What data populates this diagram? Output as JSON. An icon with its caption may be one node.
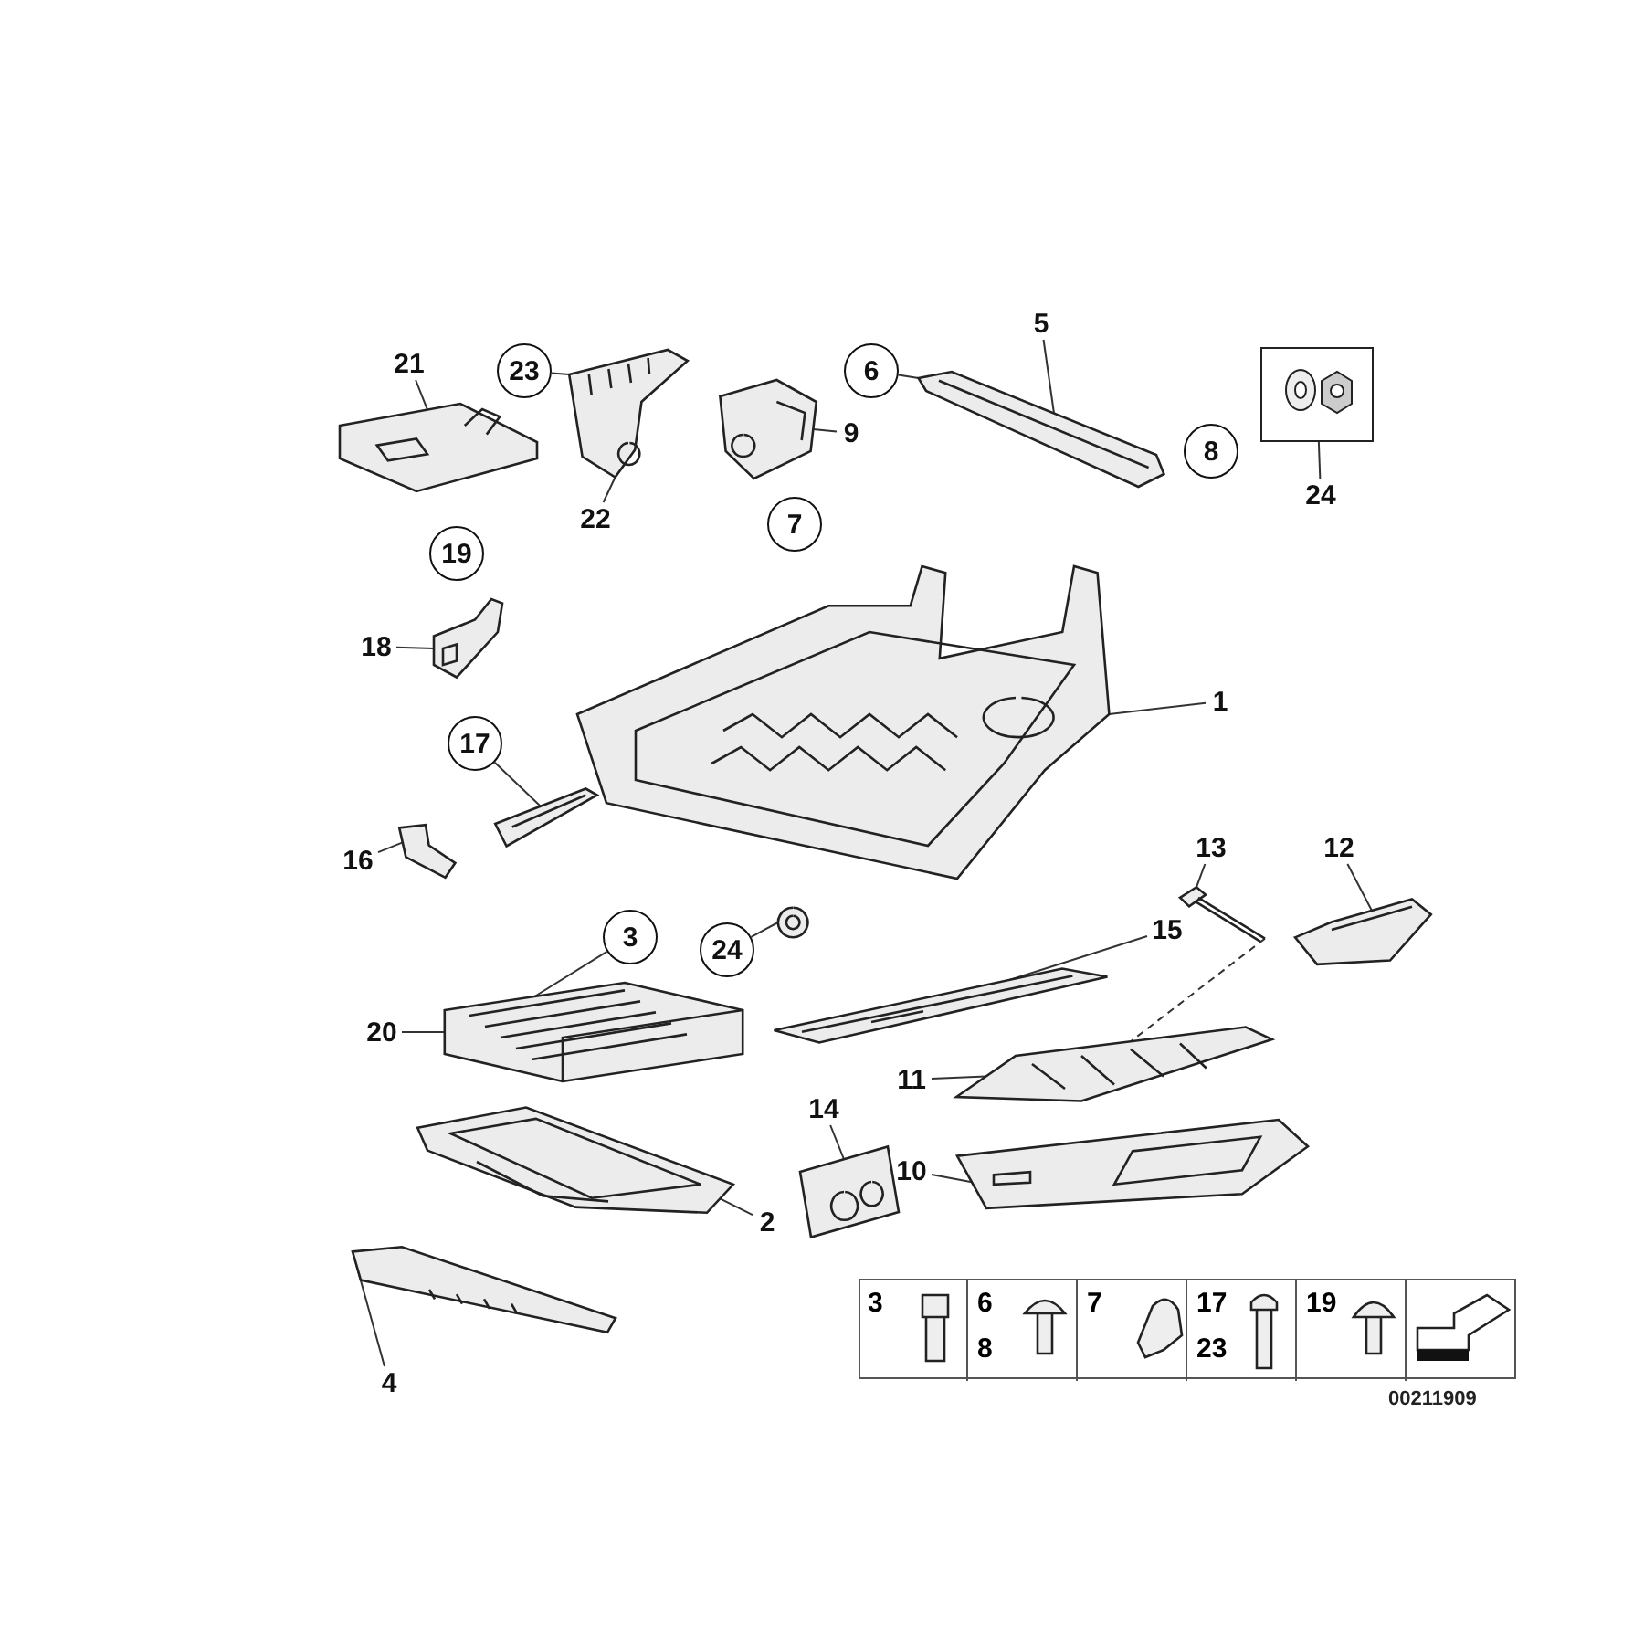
{
  "diagram": {
    "nodes": [
      {
        "text": [
          "21"
        ]
      },
      {
        "text": [],
        "shape": "picture"
      },
      {
        "text": [
          "23"
        ]
      },
      {
        "text": [],
        "shape": "picture"
      },
      {
        "text": [
          "22"
        ]
      },
      {
        "text": [
          "9"
        ]
      },
      {
        "text": [],
        "shape": "picture"
      },
      {
        "text": [
          "6"
        ]
      },
      {
        "text": [],
        "shape": "picture"
      },
      {
        "text": [
          "5"
        ]
      },
      {
        "text": [
          "18"
        ]
      },
      {
        "text": [],
        "shape": "picture"
      },
      {
        "text": [
          "1"
        ]
      },
      {
        "text": [],
        "shape": "picture"
      },
      {
        "text": [
          "17"
        ]
      },
      {
        "text": [],
        "shape": "picture"
      },
      {
        "text": [
          "16"
        ]
      },
      {
        "text": [],
        "shape": "picture"
      },
      {
        "text": [
          "3"
        ]
      },
      {
        "text": [],
        "shape": "picture"
      },
      {
        "text": [
          "20"
        ]
      },
      {
        "text": [
          "24"
        ]
      },
      {
        "text": [],
        "shape": "picture"
      },
      {
        "text": [
          "15"
        ]
      },
      {
        "text": [],
        "shape": "picture"
      },
      {
        "text": [
          "13"
        ]
      },
      {
        "text": [],
        "shape": "picture"
      },
      {
        "text": [
          "12"
        ]
      },
      {
        "text": [],
        "shape": "picture"
      },
      {
        "text": [
          "14"
        ]
      },
      {
        "text": [],
        "shape": "picture"
      },
      {
        "text": [
          "11"
        ]
      },
      {
        "text": [],
        "shape": "picture"
      },
      {
        "text": [
          "10"
        ]
      },
      {
        "text": [],
        "shape": "picture"
      },
      {
        "text": [
          "4"
        ]
      },
      {
        "text": [],
        "shape": "picture"
      },
      {
        "text": [
          "2"
        ]
      },
      {
        "text": [],
        "shape": "picture"
      },
      {
        "text": [
          "24"
        ]
      },
      {
        "text": [],
        "shape": "picture"
      },
      {
        "text": [
          "8"
        ]
      },
      {
        "text": [
          "7"
        ]
      },
      {
        "text": [
          "19"
        ]
      }
    ],
    "edges": [
      {
        "from": 0,
        "to": 1,
        "arrow": "none"
      },
      {
        "from": 2,
        "to": 3,
        "arrow": "none"
      },
      {
        "from": 4,
        "to": 3,
        "arrow": "none"
      },
      {
        "from": 5,
        "to": 6,
        "arrow": "none"
      },
      {
        "from": 7,
        "to": 8,
        "arrow": "none"
      },
      {
        "from": 9,
        "to": 8,
        "arrow": "none"
      },
      {
        "from": 10,
        "to": 11,
        "arrow": "none"
      },
      {
        "from": 12,
        "to": 13,
        "arrow": "none"
      },
      {
        "from": 14,
        "to": 15,
        "arrow": "none"
      },
      {
        "from": 16,
        "to": 17,
        "arrow": "none"
      },
      {
        "from": 18,
        "to": 19,
        "arrow": "none"
      },
      {
        "from": 20,
        "to": 19,
        "arrow": "none"
      },
      {
        "from": 21,
        "to": 22,
        "arrow": "none"
      },
      {
        "from": 23,
        "to": 24,
        "arrow": "none"
      },
      {
        "from": 25,
        "to": 26,
        "arrow": "none"
      },
      {
        "from": 27,
        "to": 28,
        "arrow": "none"
      },
      {
        "from": 29,
        "to": 30,
        "arrow": "none"
      },
      {
        "from": 31,
        "to": 32,
        "arrow": "none"
      },
      {
        "from": 33,
        "to": 34,
        "arrow": "none"
      },
      {
        "from": 35,
        "to": 36,
        "arrow": "none"
      },
      {
        "from": 37,
        "to": 38,
        "arrow": "none"
      },
      {
        "from": 39,
        "to": 40,
        "arrow": "none"
      },
      {
        "from": 26,
        "to": 32,
        "arrow": "none",
        "style": "dashed"
      }
    ],
    "labels": [
      "3",
      "6",
      "8",
      "7",
      "17",
      "23",
      "19",
      "00211909"
    ]
  }
}
